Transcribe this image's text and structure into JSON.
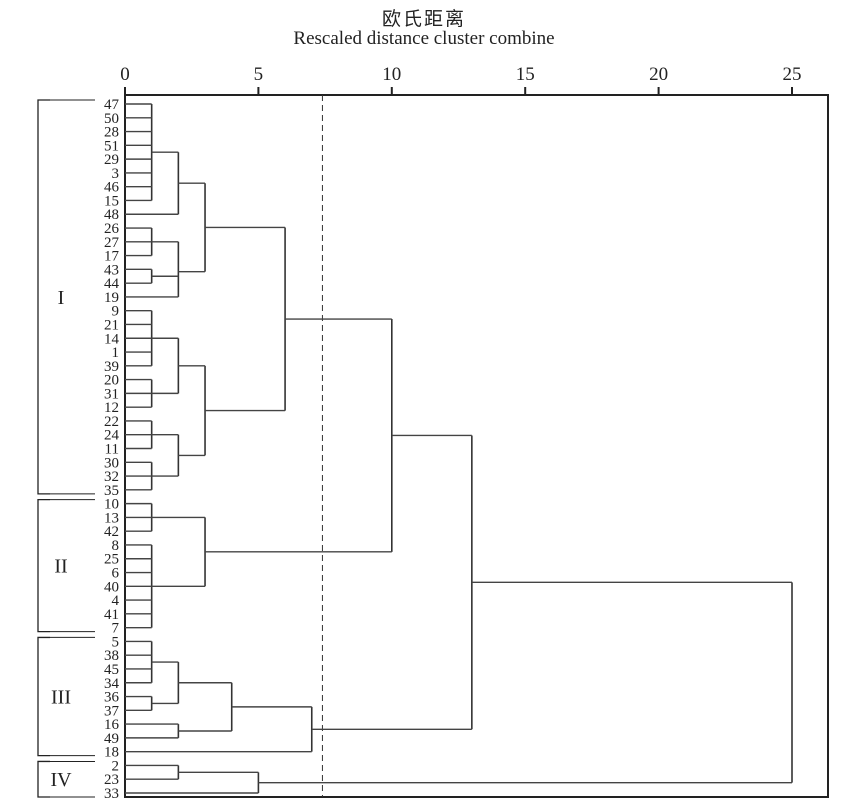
{
  "chart_data": {
    "type": "dendrogram",
    "title": "欧氏距离",
    "subtitle": "Rescaled distance cluster combine",
    "xlabel": "Rescaled distance cluster combine",
    "xlim": [
      0,
      26.3
    ],
    "xticks": [
      0,
      5,
      10,
      15,
      20,
      25
    ],
    "cut_line": 7.4,
    "tree": {
      "h": 25,
      "c": [
        {
          "h": 13,
          "c": [
            {
              "h": 10,
              "c": [
                {
                  "h": 6,
                  "c": [
                    {
                      "h": 3,
                      "c": [
                        {
                          "h": 2,
                          "c": [
                            {
                              "h": 1,
                              "c": [
                                "47",
                                "50",
                                "28",
                                "51",
                                "29",
                                "3",
                                "46",
                                "15"
                              ]
                            },
                            "48"
                          ]
                        },
                        {
                          "h": 2,
                          "c": [
                            {
                              "h": 1,
                              "c": [
                                "26",
                                "27",
                                "17"
                              ]
                            },
                            {
                              "h": 1,
                              "c": [
                                "43",
                                "44"
                              ]
                            },
                            "19"
                          ]
                        }
                      ]
                    },
                    {
                      "h": 3,
                      "c": [
                        {
                          "h": 2,
                          "c": [
                            {
                              "h": 1,
                              "c": [
                                "9",
                                "21",
                                "14",
                                "1",
                                "39"
                              ]
                            },
                            {
                              "h": 1,
                              "c": [
                                "20",
                                "31",
                                "12"
                              ]
                            }
                          ]
                        },
                        {
                          "h": 2,
                          "c": [
                            {
                              "h": 1,
                              "c": [
                                "22",
                                "24",
                                "11"
                              ]
                            },
                            {
                              "h": 1,
                              "c": [
                                "30",
                                "32",
                                "35"
                              ]
                            }
                          ]
                        }
                      ]
                    }
                  ]
                },
                {
                  "h": 3,
                  "c": [
                    {
                      "h": 1,
                      "c": [
                        "10",
                        "13",
                        "42"
                      ]
                    },
                    {
                      "h": 1,
                      "c": [
                        "8",
                        "25",
                        "6",
                        "40",
                        "4",
                        "41",
                        "7"
                      ]
                    }
                  ]
                }
              ]
            },
            {
              "h": 7,
              "c": [
                {
                  "h": 4,
                  "c": [
                    {
                      "h": 2,
                      "c": [
                        {
                          "h": 1,
                          "c": [
                            "5",
                            "38",
                            "45",
                            "34"
                          ]
                        },
                        {
                          "h": 1,
                          "c": [
                            "36",
                            "37"
                          ]
                        }
                      ]
                    },
                    {
                      "h": 2,
                      "c": [
                        "16",
                        "49"
                      ]
                    }
                  ]
                },
                "18"
              ]
            }
          ]
        },
        {
          "h": 5,
          "c": [
            {
              "h": 2,
              "c": [
                "2",
                "23"
              ]
            },
            "33"
          ]
        }
      ]
    },
    "groups": [
      {
        "label": "I",
        "from": "47",
        "to": "35"
      },
      {
        "label": "II",
        "from": "10",
        "to": "7"
      },
      {
        "label": "III",
        "from": "5",
        "to": "18"
      },
      {
        "label": "IV",
        "from": "2",
        "to": "33"
      }
    ]
  }
}
